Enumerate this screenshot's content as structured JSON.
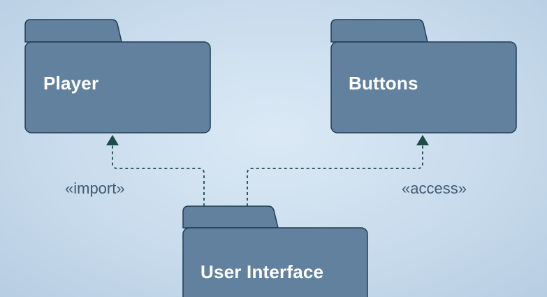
{
  "packages": {
    "player": {
      "label": "Player"
    },
    "buttons": {
      "label": "Buttons"
    },
    "user_interface": {
      "label": "User Interface"
    }
  },
  "dependencies": {
    "import": {
      "label": "«import»",
      "from": "User Interface",
      "to": "Player"
    },
    "access": {
      "label": "«access»",
      "from": "User Interface",
      "to": "Buttons"
    }
  },
  "colors": {
    "package_fill": "#62819e",
    "package_stroke": "#1f3f52",
    "arrow": "#1f4a4a",
    "dependency_text": "#3f5b73"
  }
}
